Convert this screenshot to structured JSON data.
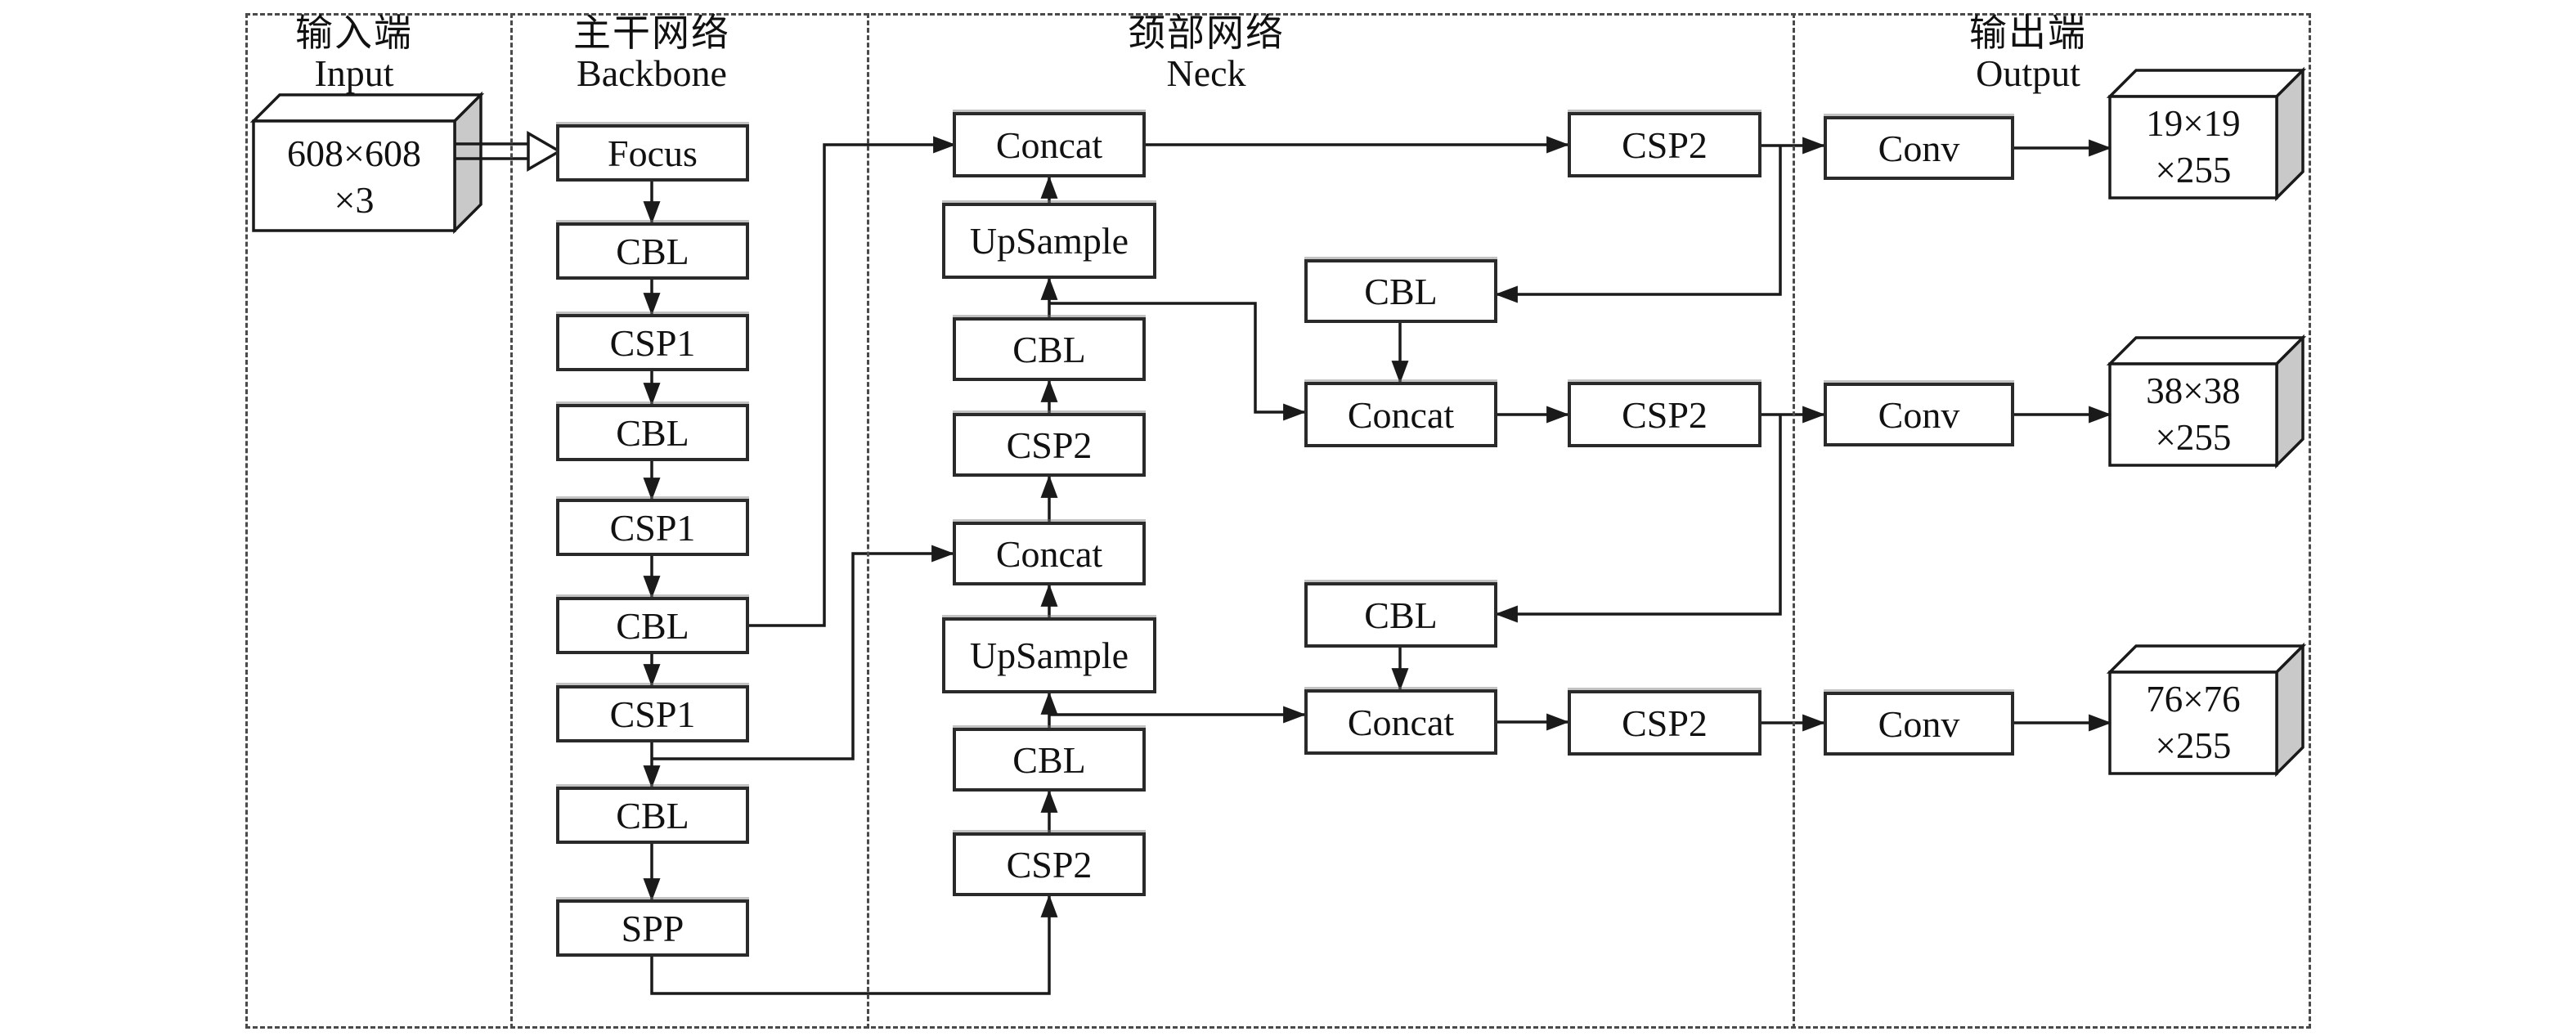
{
  "sections": {
    "input": {
      "zh": "输入端",
      "en": "Input"
    },
    "backbone": {
      "zh": "主干网络",
      "en": "Backbone"
    },
    "neck": {
      "zh": "颈部网络",
      "en": "Neck"
    },
    "output": {
      "zh": "输出端",
      "en": "Output"
    }
  },
  "backbone": {
    "focus": "Focus",
    "cbl_1": "CBL",
    "csp1_1": "CSP1",
    "cbl_2": "CBL",
    "csp1_2": "CSP1",
    "cbl_3": "CBL",
    "csp1_3": "CSP1",
    "cbl_4": "CBL",
    "spp": "SPP"
  },
  "neck": {
    "concat_top": "Concat",
    "upsample_top": "UpSample",
    "cbl_up_top": "CBL",
    "csp2_mid": "CSP2",
    "concat_mid": "Concat",
    "upsample_bottom": "UpSample",
    "cbl_up_bottom": "CBL",
    "csp2_bottom": "CSP2",
    "csp2_out_1": "CSP2",
    "cbl_down_1": "CBL",
    "concat_out_2": "Concat",
    "csp2_out_2": "CSP2",
    "cbl_down_2": "CBL",
    "concat_out_3": "Concat",
    "csp2_out_3": "CSP2"
  },
  "output": {
    "conv_1": "Conv",
    "conv_2": "Conv",
    "conv_3": "Conv"
  },
  "tensors": {
    "input": {
      "line1": "608×608",
      "line2": "×3"
    },
    "out_19": {
      "line1": "19×19",
      "line2": "×255"
    },
    "out_38": {
      "line1": "38×38",
      "line2": "×255"
    },
    "out_76": {
      "line1": "76×76",
      "line2": "×255"
    }
  }
}
